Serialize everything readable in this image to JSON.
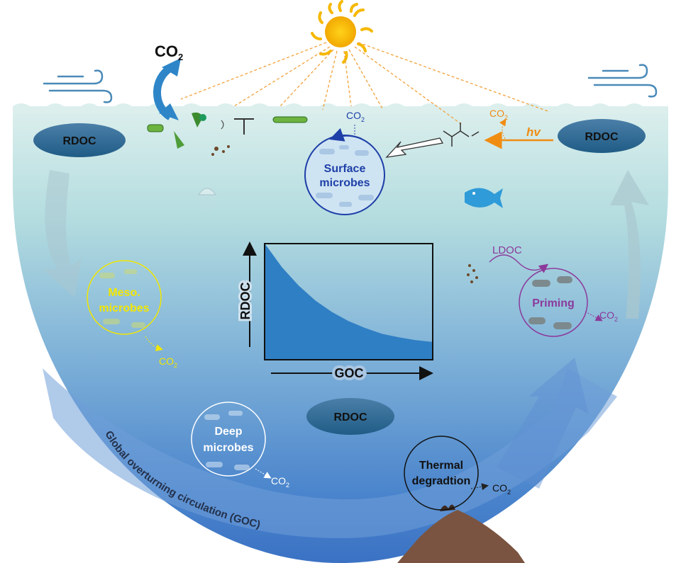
{
  "labels": {
    "co2_atm": "CO",
    "co2_sub": "2",
    "rdoc_left": "RDOC",
    "rdoc_right": "RDOC",
    "rdoc_center": "RDOC",
    "surface_line1": "Surface",
    "surface_line2": "microbes",
    "meso_line1": "Meso.",
    "meso_line2": "microbes",
    "priming": "Priming",
    "ldoc": "LDOC",
    "deep_line1": "Deep",
    "deep_line2": "microbes",
    "thermal_line1": "Thermal",
    "thermal_line2": "degradtion",
    "hv": "hv",
    "co2_small": "CO",
    "co2_small_sub": "2",
    "goc_caption": "Global overturning circulation (GOC)"
  },
  "chart_data": {
    "type": "area",
    "title": "",
    "xlabel": "GOC",
    "ylabel": "RDOC",
    "description_curve": "decreasing",
    "points": [
      [
        0,
        1.0
      ],
      [
        0.1,
        0.8
      ],
      [
        0.2,
        0.64
      ],
      [
        0.3,
        0.51
      ],
      [
        0.4,
        0.41
      ],
      [
        0.5,
        0.33
      ],
      [
        0.6,
        0.27
      ],
      [
        0.7,
        0.22
      ],
      [
        0.8,
        0.19
      ],
      [
        0.9,
        0.165
      ],
      [
        1.0,
        0.15
      ]
    ],
    "fill_color": "#2f7fc4"
  },
  "colors": {
    "surface_microbes": "#1e3fa8",
    "meso_microbes": "#f2e600",
    "priming": "#8b3a9b",
    "deep_microbes": "#ffffff",
    "thermal": "#111111",
    "hv": "#f08c12",
    "co2_arrow": "#2e86c8",
    "sun": "#f5b800"
  }
}
